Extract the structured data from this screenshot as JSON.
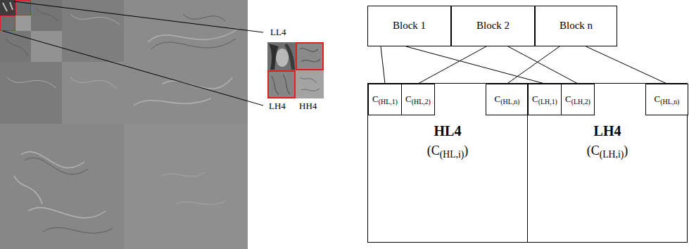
{
  "diagram": {
    "nodes": [
      {
        "text": [
          "Block 1"
        ]
      },
      {
        "text": [
          "Block 2"
        ]
      },
      {
        "text": [
          "Block n"
        ]
      },
      {
        "text": [
          "HL4",
          "(C(HL,i))"
        ]
      },
      {
        "text": [
          "C(HL,1)"
        ],
        "in": 3
      },
      {
        "text": [
          "C(HL,2)"
        ],
        "in": 3
      },
      {
        "text": [
          "C(HL,n)"
        ],
        "in": 3
      },
      {
        "text": [
          "LH4",
          "(C(LH,i))"
        ]
      },
      {
        "text": [
          "C(LH,1)"
        ],
        "in": 7
      },
      {
        "text": [
          "C(LH,2)"
        ],
        "in": 7
      },
      {
        "text": [
          "C(HL,n)"
        ],
        "in": 7
      }
    ],
    "edges": [
      {
        "from": 0,
        "to": 4,
        "arrow": "none"
      },
      {
        "from": 0,
        "to": 8,
        "arrow": "none"
      },
      {
        "from": 1,
        "to": 5,
        "arrow": "none"
      },
      {
        "from": 1,
        "to": 9,
        "arrow": "none"
      },
      {
        "from": 2,
        "to": 6,
        "arrow": "none"
      },
      {
        "from": 2,
        "to": 10,
        "arrow": "none"
      }
    ],
    "labels": [
      "LL4",
      "LH4",
      "HH4"
    ]
  }
}
